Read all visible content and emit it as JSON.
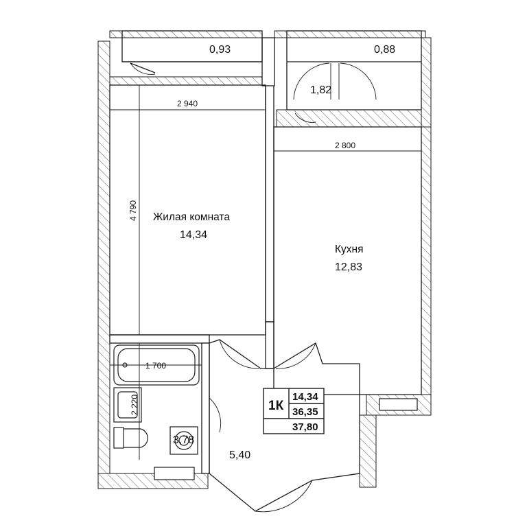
{
  "rooms": {
    "living": {
      "name": "Жилая комната",
      "area": "14,34"
    },
    "kitchen": {
      "name": "Кухня",
      "area": "12,83"
    },
    "balcony_left": {
      "area": "0,93"
    },
    "balcony_right": {
      "area": "0,88"
    },
    "loggia": {
      "area": "1,82"
    },
    "hall": {
      "area": "5,40"
    },
    "bathroom": {
      "area": "3,78"
    }
  },
  "dimensions": {
    "living_width": "2 940",
    "kitchen_width": "2 800",
    "living_length": "4 790",
    "bath_width": "1 700",
    "bath_length": "2 220"
  },
  "summary": {
    "type": "1К",
    "living_area": "14,34",
    "total_area": "36,35",
    "total_with_balcony": "37,80"
  },
  "colors": {
    "line": "#1a1a1a",
    "hatch": "#7a7a7a",
    "wall_fill": "#ffffff"
  }
}
